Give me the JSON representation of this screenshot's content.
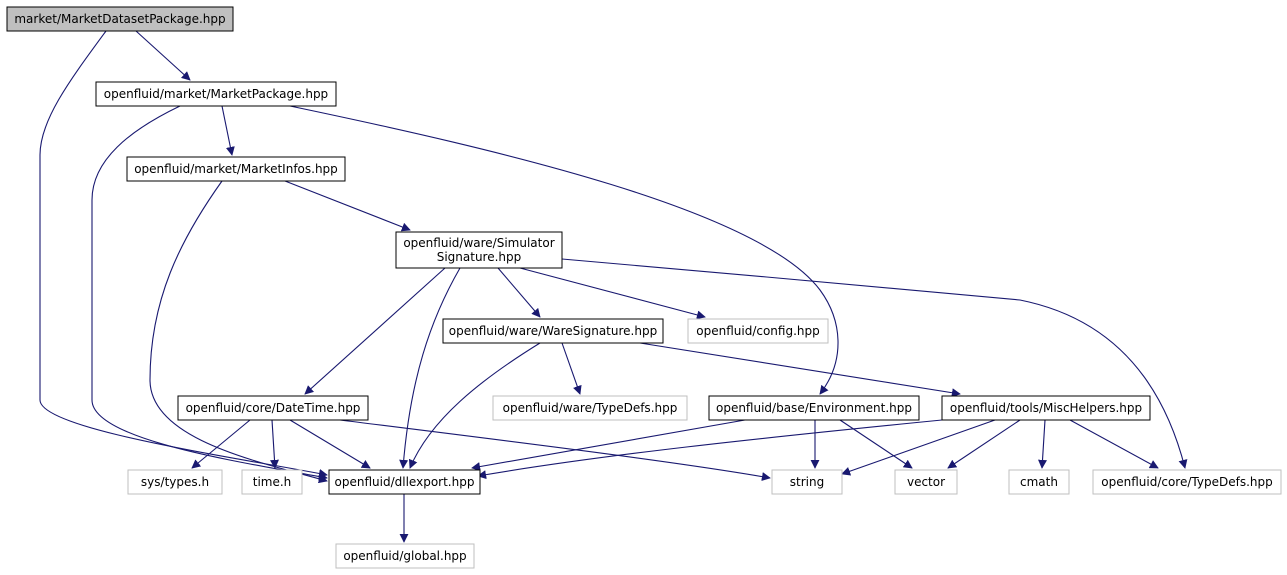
{
  "colors": {
    "edge": "#191970",
    "root_fill": "#bfbfbf",
    "documented_border": "#000000",
    "external_border": "#bfbfbf",
    "background": "#ffffff"
  },
  "nodes": [
    {
      "id": "market_dataset_package",
      "lines": [
        "market/MarketDatasetPackage.hpp"
      ],
      "kind": "root"
    },
    {
      "id": "market_package",
      "lines": [
        "openfluid/market/MarketPackage.hpp"
      ],
      "kind": "documented"
    },
    {
      "id": "market_infos",
      "lines": [
        "openfluid/market/MarketInfos.hpp"
      ],
      "kind": "documented"
    },
    {
      "id": "simulator_signature",
      "lines": [
        "openfluid/ware/Simulator",
        "Signature.hpp"
      ],
      "kind": "documented"
    },
    {
      "id": "ware_signature",
      "lines": [
        "openfluid/ware/WareSignature.hpp"
      ],
      "kind": "documented"
    },
    {
      "id": "config",
      "lines": [
        "openfluid/config.hpp"
      ],
      "kind": "external"
    },
    {
      "id": "core_datetime",
      "lines": [
        "openfluid/core/DateTime.hpp"
      ],
      "kind": "documented"
    },
    {
      "id": "ware_typedefs",
      "lines": [
        "openfluid/ware/TypeDefs.hpp"
      ],
      "kind": "external"
    },
    {
      "id": "base_environment",
      "lines": [
        "openfluid/base/Environment.hpp"
      ],
      "kind": "documented"
    },
    {
      "id": "tools_mischelpers",
      "lines": [
        "openfluid/tools/MiscHelpers.hpp"
      ],
      "kind": "documented"
    },
    {
      "id": "sys_types",
      "lines": [
        "sys/types.h"
      ],
      "kind": "external"
    },
    {
      "id": "time_h",
      "lines": [
        "time.h"
      ],
      "kind": "external"
    },
    {
      "id": "dllexport",
      "lines": [
        "openfluid/dllexport.hpp"
      ],
      "kind": "documented"
    },
    {
      "id": "string",
      "lines": [
        "string"
      ],
      "kind": "external"
    },
    {
      "id": "vector",
      "lines": [
        "vector"
      ],
      "kind": "external"
    },
    {
      "id": "cmath",
      "lines": [
        "cmath"
      ],
      "kind": "external"
    },
    {
      "id": "core_typedefs",
      "lines": [
        "openfluid/core/TypeDefs.hpp"
      ],
      "kind": "external"
    },
    {
      "id": "global",
      "lines": [
        "openfluid/global.hpp"
      ],
      "kind": "external"
    }
  ],
  "edges": [
    {
      "from": "market_dataset_package",
      "to": "market_package"
    },
    {
      "from": "market_dataset_package",
      "to": "dllexport"
    },
    {
      "from": "market_package",
      "to": "market_infos"
    },
    {
      "from": "market_package",
      "to": "dllexport"
    },
    {
      "from": "market_package",
      "to": "base_environment"
    },
    {
      "from": "market_infos",
      "to": "simulator_signature"
    },
    {
      "from": "market_infos",
      "to": "dllexport"
    },
    {
      "from": "simulator_signature",
      "to": "ware_signature"
    },
    {
      "from": "simulator_signature",
      "to": "config"
    },
    {
      "from": "simulator_signature",
      "to": "core_typedefs"
    },
    {
      "from": "simulator_signature",
      "to": "core_datetime"
    },
    {
      "from": "simulator_signature",
      "to": "dllexport"
    },
    {
      "from": "ware_signature",
      "to": "ware_typedefs"
    },
    {
      "from": "ware_signature",
      "to": "tools_mischelpers"
    },
    {
      "from": "ware_signature",
      "to": "dllexport"
    },
    {
      "from": "core_datetime",
      "to": "sys_types"
    },
    {
      "from": "core_datetime",
      "to": "time_h"
    },
    {
      "from": "core_datetime",
      "to": "dllexport"
    },
    {
      "from": "core_datetime",
      "to": "string"
    },
    {
      "from": "base_environment",
      "to": "dllexport"
    },
    {
      "from": "base_environment",
      "to": "string"
    },
    {
      "from": "base_environment",
      "to": "vector"
    },
    {
      "from": "tools_mischelpers",
      "to": "dllexport"
    },
    {
      "from": "tools_mischelpers",
      "to": "string"
    },
    {
      "from": "tools_mischelpers",
      "to": "vector"
    },
    {
      "from": "tools_mischelpers",
      "to": "cmath"
    },
    {
      "from": "tools_mischelpers",
      "to": "core_typedefs"
    },
    {
      "from": "dllexport",
      "to": "global"
    }
  ]
}
